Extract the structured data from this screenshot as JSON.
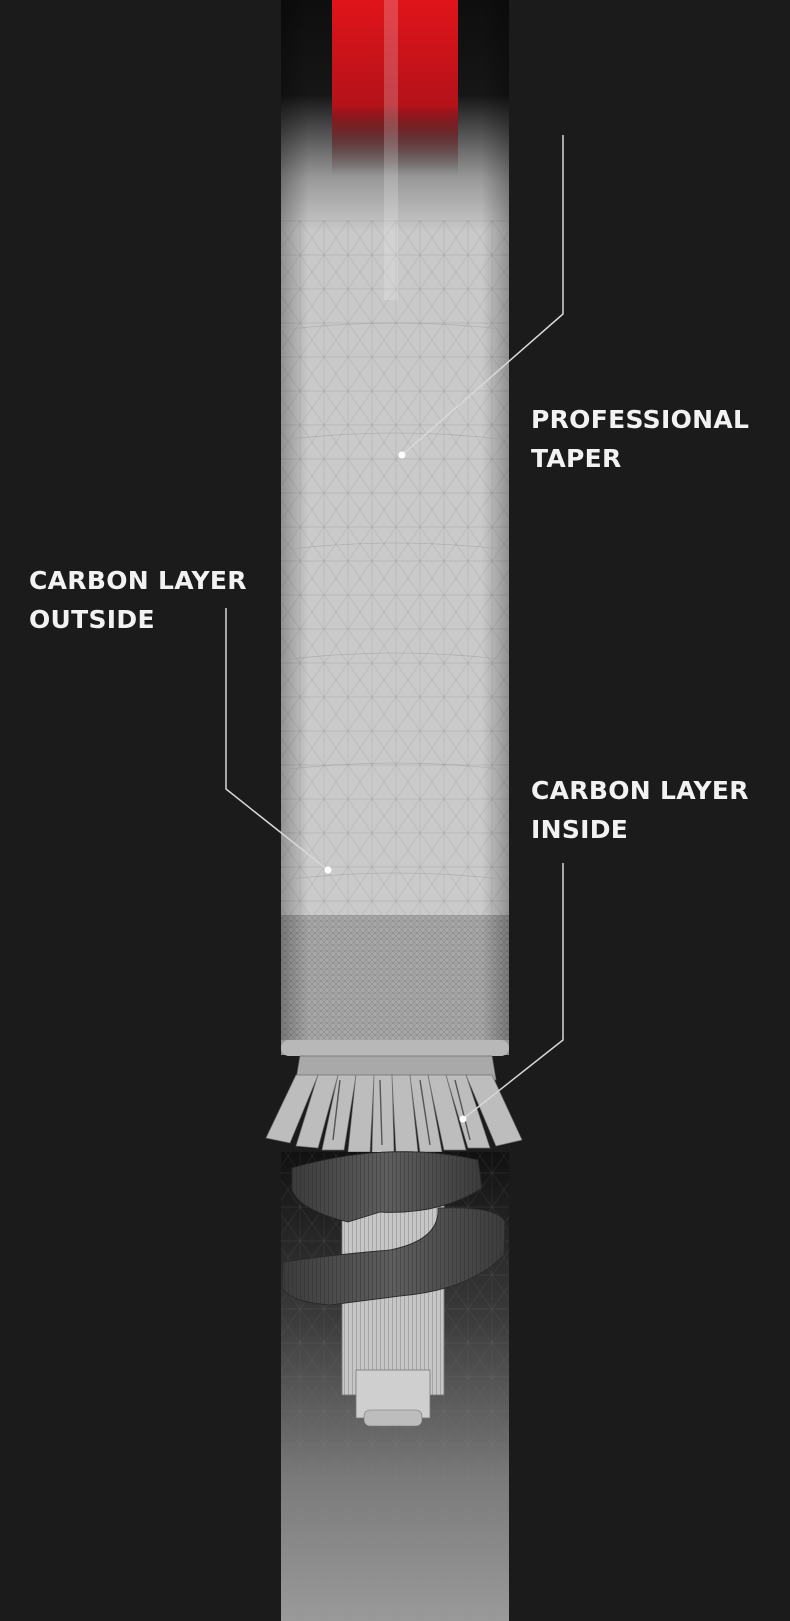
{
  "callouts": {
    "professional_taper": {
      "line1": "PROFESSIONAL",
      "line2": "TAPER"
    },
    "carbon_layer_outside": {
      "line1": "CARBON LAYER",
      "line2": "OUTSIDE"
    },
    "carbon_layer_inside": {
      "line1": "CARBON LAYER",
      "line2": "INSIDE"
    }
  },
  "colors": {
    "background": "#1b1b1b",
    "shaft": "#c8c8c8",
    "accent_red": "#e0141a",
    "label_text": "#f2f2f2",
    "leader_line": "#d8d8d8"
  }
}
